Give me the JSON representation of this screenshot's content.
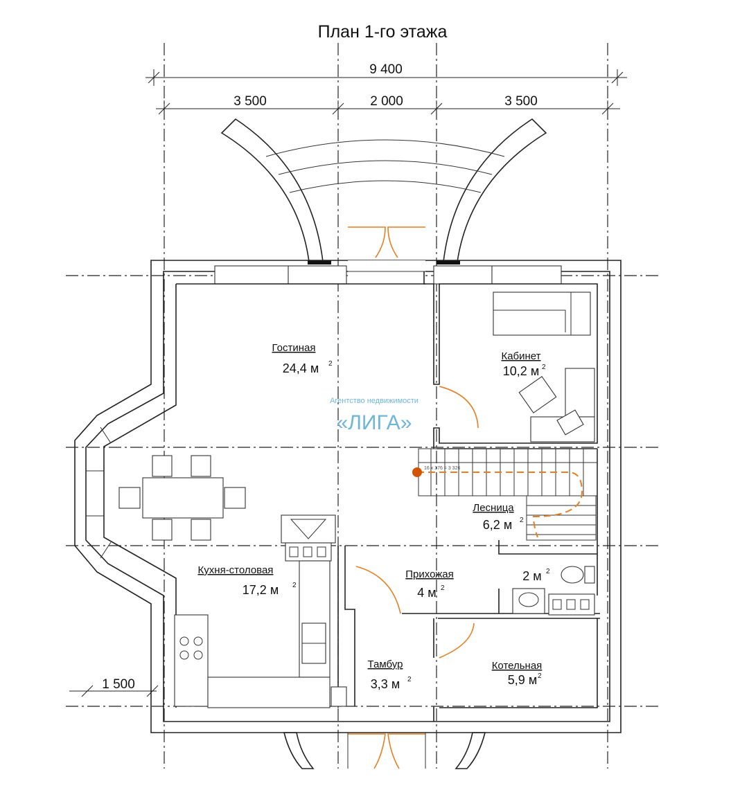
{
  "title": "План 1-го этажа",
  "dimensions": {
    "total": "9 400",
    "left": "3 500",
    "middle": "2 000",
    "right": "3 500",
    "bay": "1 500"
  },
  "rooms": {
    "living": {
      "name": "Гостиная",
      "area": "24,4 м",
      "sup": "2"
    },
    "office": {
      "name": "Кабинет",
      "area": "10,2 м",
      "sup": "2"
    },
    "kitchen": {
      "name": "Кухня-столовая",
      "area": "17,2 м",
      "sup": "2"
    },
    "hall": {
      "name": "Прихожая",
      "area": "4 м",
      "sup": "2"
    },
    "stairs": {
      "name": "Лесница",
      "area": "6,2 м",
      "sup": "2"
    },
    "wc": {
      "name": "",
      "area": "2 м",
      "sup": "2"
    },
    "vestibule": {
      "name": "Тамбур",
      "area": "3,3 м",
      "sup": "2"
    },
    "boiler": {
      "name": "Котельная",
      "area": "5,9 м",
      "sup": "2"
    }
  },
  "stair_note": "16 x 176 = 3 326",
  "watermark": {
    "small": "Агентство недвижимости",
    "big": "«ЛИГА»"
  },
  "colors": {
    "door_swing": "#e67e22",
    "watermark": "#6fb6d6",
    "walls": "#222222"
  }
}
